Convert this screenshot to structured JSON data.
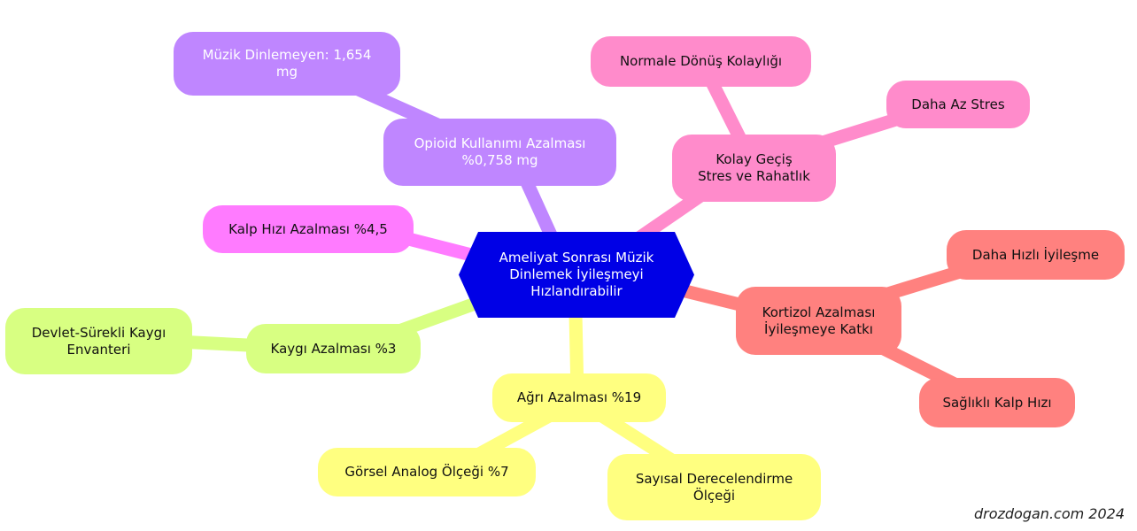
{
  "center": {
    "label": "Ameliyat Sonrası Müzik\nDinlemek İyileşmeyi\nHızlandırabilir"
  },
  "branches": {
    "opioid": {
      "label": "Opioid Kullanımı Azalması\n%0,758 mg",
      "children": {
        "muzik_dinlemeyen": "Müzik Dinlemeyen: 1,654\nmg"
      }
    },
    "kolay_gecis": {
      "label": "Kolay Geçiş\nStres ve Rahatlık",
      "children": {
        "normale_donus": "Normale Dönüş Kolaylığı",
        "daha_az_stres": "Daha Az Stres"
      }
    },
    "kalp_hizi": {
      "label": "Kalp Hızı Azalması %4,5"
    },
    "kortizol": {
      "label": "Kortizol Azalması\nİyileşmeye Katkı",
      "children": {
        "daha_hizli": "Daha Hızlı İyileşme",
        "saglikli_kalp": "Sağlıklı Kalp Hızı"
      }
    },
    "kaygi": {
      "label": "Kaygı Azalması %3",
      "children": {
        "devlet_surekli": "Devlet-Sürekli Kaygı\nEnvanteri"
      }
    },
    "agri": {
      "label": "Ağrı Azalması %19",
      "children": {
        "gorsel_analog": "Görsel Analog Ölçeği %7",
        "sayisal": "Sayısal Derecelendirme\nÖlçeği"
      }
    }
  },
  "watermark": "drozdogan.com 2024",
  "colors": {
    "center": "#0000e6",
    "purple": "#bf86ff",
    "pink": "#ff8bcb",
    "magenta": "#ff7bff",
    "salmon": "#ff817f",
    "lime": "#d8ff82",
    "yellow": "#ffff80"
  }
}
